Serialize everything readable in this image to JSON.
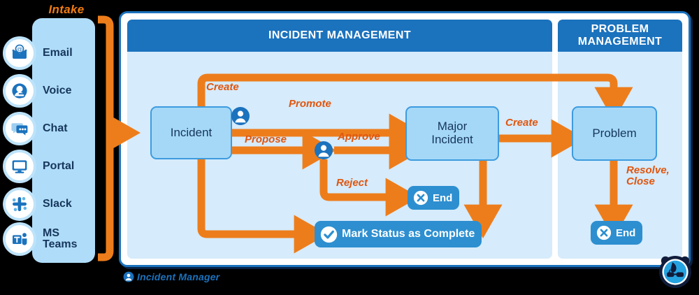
{
  "intake": {
    "title": "Intake",
    "items": [
      {
        "label": "Email",
        "icon": "email-icon"
      },
      {
        "label": "Voice",
        "icon": "voice-headset-icon"
      },
      {
        "label": "Chat",
        "icon": "chat-bubble-icon"
      },
      {
        "label": "Portal",
        "icon": "monitor-icon"
      },
      {
        "label": "Slack",
        "icon": "slack-icon"
      },
      {
        "label": "MS\nTeams",
        "icon": "ms-teams-icon"
      }
    ]
  },
  "swimlanes": [
    {
      "id": "incident-management",
      "title": "INCIDENT MANAGEMENT"
    },
    {
      "id": "problem-management",
      "title": "PROBLEM MANAGEMENT"
    }
  ],
  "nodes": {
    "incident": "Incident",
    "major_incident": "Major\nIncident",
    "problem": "Problem"
  },
  "pills": {
    "end_reject": {
      "label": "End",
      "icon": "x-circle-icon"
    },
    "end_resolve": {
      "label": "End",
      "icon": "x-circle-icon"
    },
    "mark_complete": {
      "label": "Mark Status as Complete",
      "icon": "check-circle-icon"
    }
  },
  "edges": {
    "create_problem": "Create",
    "promote": "Promote",
    "propose": "Propose",
    "approve": "Approve",
    "reject": "Reject",
    "create_from_major": "Create",
    "resolve_close": "Resolve,\nClose"
  },
  "legend": {
    "label": "Incident Manager",
    "icon": "person-circle-icon"
  },
  "colors": {
    "orange": "#ED7D1B",
    "orange_dark": "#E0560F",
    "blue_header": "#1B72BD",
    "blue_pill": "#2D8FD0",
    "box_fill": "#A5D8F7",
    "box_border": "#3D9BE0",
    "lane_fill": "#D6EBFB",
    "intake_fill": "#AFDCF8",
    "text_navy": "#16365C"
  }
}
